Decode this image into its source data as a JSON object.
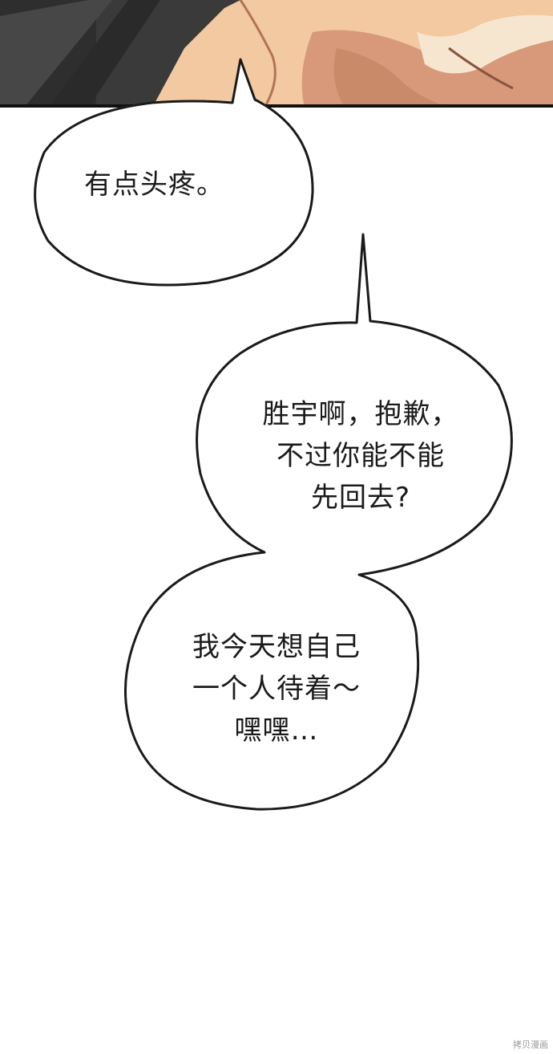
{
  "bubbles": [
    {
      "lines": [
        "有点头疼。"
      ]
    },
    {
      "lines": [
        "胜宇啊，抱歉，",
        "不过你能不能",
        "先回去?"
      ]
    },
    {
      "lines": [
        "我今天想自己",
        "一个人待着～",
        "嘿嘿…"
      ]
    }
  ],
  "watermark": "拷贝漫画",
  "colors": {
    "background": "#ffffff",
    "ink": "#1a1a1a",
    "dark_bg": "#3a3a3a",
    "skin": "#f2c9a0",
    "shadow_skin": "#c98a6a",
    "panel_border": "#111111"
  }
}
